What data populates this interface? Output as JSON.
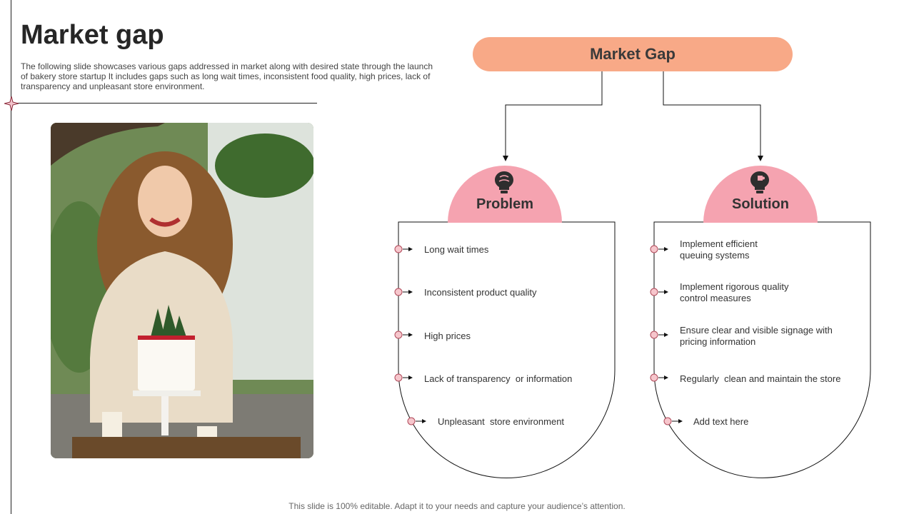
{
  "slide": {
    "title": "Market gap",
    "description": "The following slide showcases various gaps addressed in market along with desired state through the launch of bakery store startup It includes gaps such as long wait times, inconsistent food quality, high prices, lack of transparency and unpleasant store environment.",
    "footer": "This slide is 100% editable. Adapt it to your needs and capture your audience’s attention."
  },
  "diagram": {
    "root_label": "Market Gap",
    "problem": {
      "title": "Problem",
      "icon": "brain-lightbulb-icon",
      "items": [
        "Long wait times",
        "Inconsistent product quality",
        "High prices",
        "Lack of transparency  or information",
        "Unpleasant  store environment"
      ]
    },
    "solution": {
      "title": "Solution",
      "icon": "puzzle-lightbulb-icon",
      "items": [
        "Implement  efficient queuing systems",
        "Implement  rigorous quality control measures",
        "Ensure clear and visible signage with pricing information",
        "Regularly  clean and maintain the store",
        "Add text here"
      ]
    }
  },
  "colors": {
    "pill": "#f8a987",
    "dome": "#f5a3b0",
    "dot_fill": "#f6c6cc",
    "dot_stroke": "#b04a5a"
  }
}
